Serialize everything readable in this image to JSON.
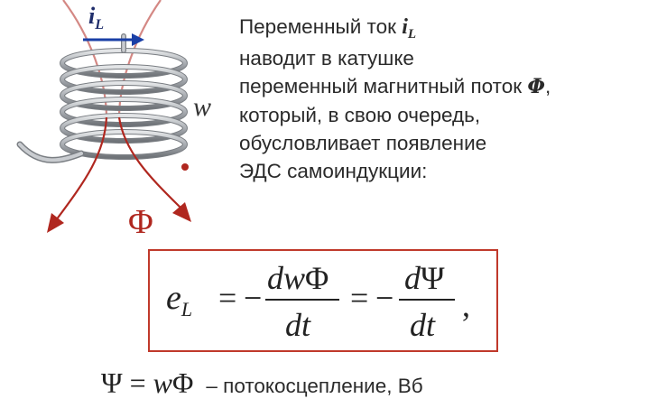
{
  "diagram": {
    "current_symbol": "i",
    "current_subscript": "L",
    "turns_symbol": "w",
    "flux_symbol": "Φ"
  },
  "explanation": {
    "line1_text": "Переменный ток ",
    "line1_symbol": "i",
    "line1_subscript": "L",
    "line2": "наводит в катушке",
    "line3_text": "переменный магнитный поток ",
    "line3_symbol": "Φ",
    "line3_end": ",",
    "line4": "который, в свою очередь,",
    "line5": "обусловливает появление",
    "line6": "ЭДС самоиндукции:"
  },
  "formula": {
    "lhs_symbol": "e",
    "lhs_subscript": "L",
    "equals": "=",
    "minus": "−",
    "num1_d": "d",
    "num1_w": "w",
    "num1_phi": "Φ",
    "den1": "dt",
    "num2_d": "d",
    "num2_psi": "Ψ",
    "den2": "dt",
    "trailing": ","
  },
  "linkage": {
    "psi": "Ψ",
    "equals": "=",
    "w": "w",
    "phi": "Φ",
    "description": "– потокосцепление, Вб"
  },
  "colors": {
    "flux_line": "#b0271f",
    "coil": "#a9adb2",
    "current_arrow": "#1a3fa6",
    "box_border": "#c0392b"
  }
}
